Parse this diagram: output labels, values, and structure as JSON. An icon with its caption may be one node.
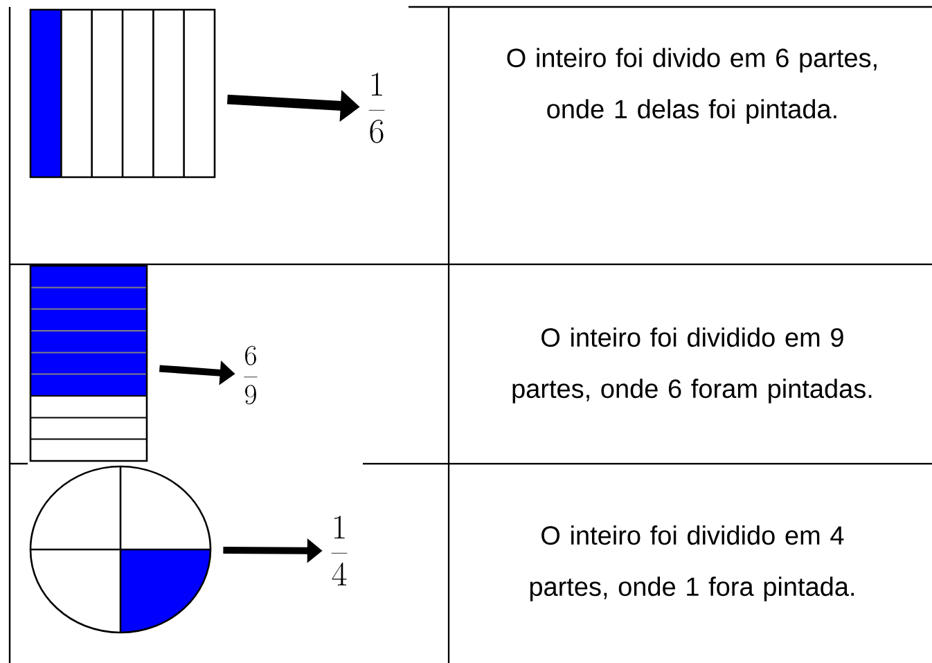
{
  "diagram": {
    "nodes": [
      {
        "text": [],
        "shape": "picture"
      },
      {
        "text": [
          "\\frac{1}{6}"
        ]
      },
      {
        "text": [],
        "shape": "picture"
      },
      {
        "text": [
          "\\frac{6}{9}"
        ]
      },
      {
        "text": [],
        "shape": "picture"
      },
      {
        "text": [
          "\\frac{1}{4}"
        ]
      }
    ],
    "edges": [
      {
        "from": 0,
        "to": 1,
        "arrow": "to"
      },
      {
        "from": 2,
        "to": 3,
        "arrow": "to"
      },
      {
        "from": 4,
        "to": 5,
        "arrow": "to"
      }
    ],
    "labels": [
      "O inteiro foi divido em 6 partes, onde 1 delas foi pintada.",
      "O inteiro foi dividido em 9 partes, onde 6 foram pintadas.",
      "O inteiro foi dividido em 4 partes, onde 1 fora pintada."
    ]
  }
}
